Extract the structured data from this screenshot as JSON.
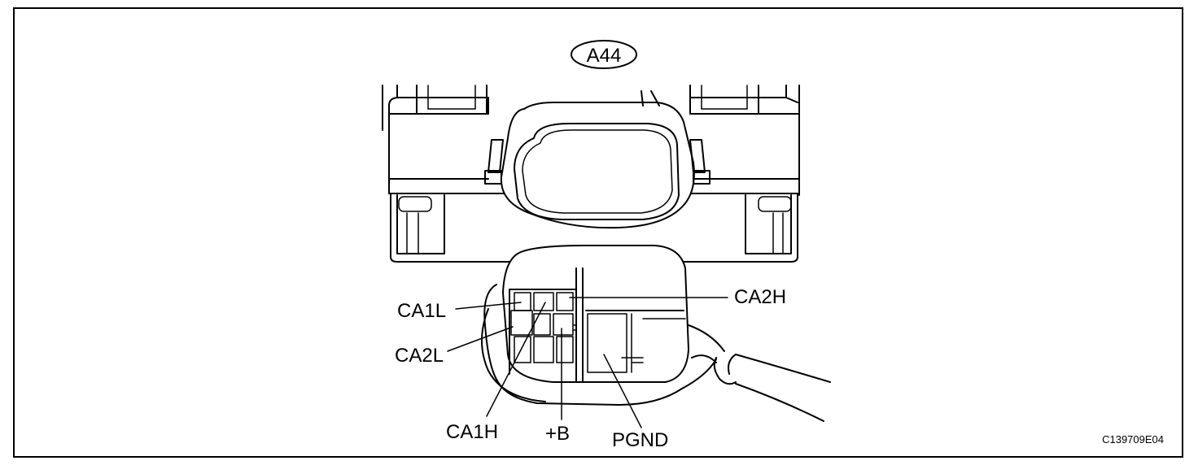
{
  "connector_tag": "A44",
  "figure_code": "C139709E04",
  "pins": {
    "ca1l": "CA1L",
    "ca2l": "CA2L",
    "ca1h": "CA1H",
    "plus_b": "+B",
    "pgnd": "PGND",
    "ca2h": "CA2H"
  },
  "colors": {
    "line": "#000000",
    "background": "#ffffff"
  }
}
